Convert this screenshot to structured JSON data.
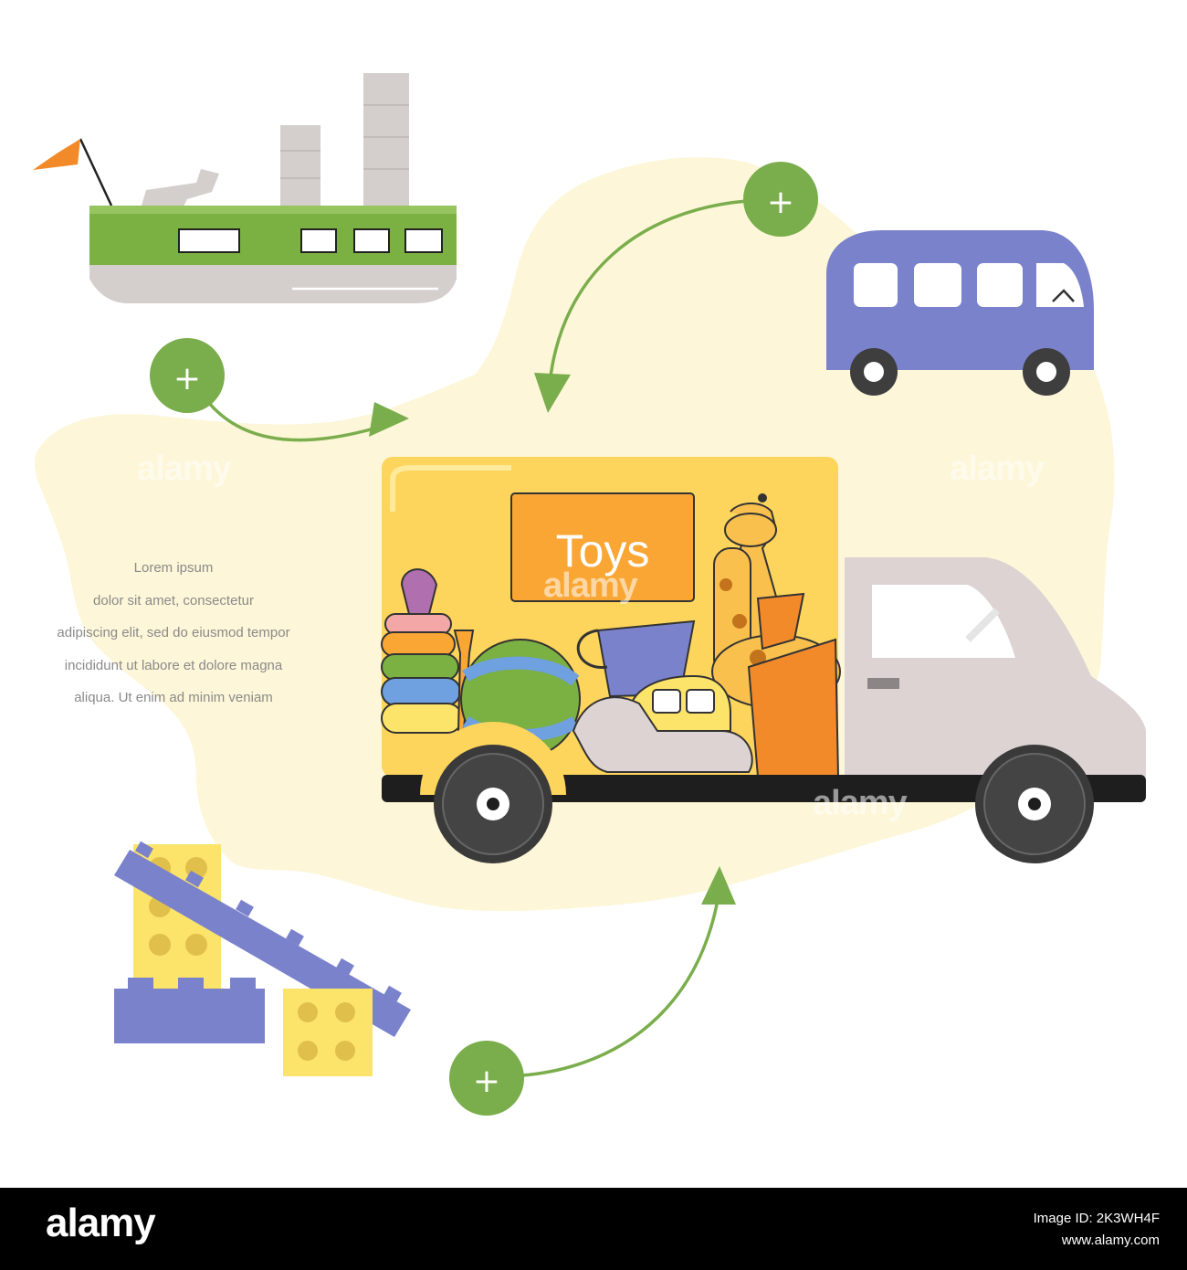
{
  "truck_sign": "Toys",
  "lorem_lines": [
    "Lorem ipsum",
    "dolor sit amet, consectetur",
    "adipiscing elit, sed do eiusmod tempor",
    "incididunt ut  labore et dolore magna",
    "aliqua. Ut enim ad minim veniam"
  ],
  "plus_symbol": "+",
  "watermark": "alamy",
  "footer": {
    "logo": "alamy",
    "image_id_line": "Image ID: 2K3WH4F",
    "site": "www.alamy.com"
  },
  "colors": {
    "map_fill": "#fdf6d8",
    "arrow_green": "#7aad4b",
    "plus_circle": "#7aad4b",
    "ship_hull": "#7bb042",
    "bus_blue": "#7a82cc",
    "truck_yellow": "#fdd55c",
    "truck_cab": "#ddd3d3",
    "sign_orange": "#f9a634",
    "lego_yellow": "#fce36a",
    "lego_blue": "#7a82cc"
  },
  "icons": [
    "ship-icon",
    "bus-icon",
    "truck-icon",
    "lego-blocks-icon",
    "plus-icon",
    "arrow-icon"
  ]
}
